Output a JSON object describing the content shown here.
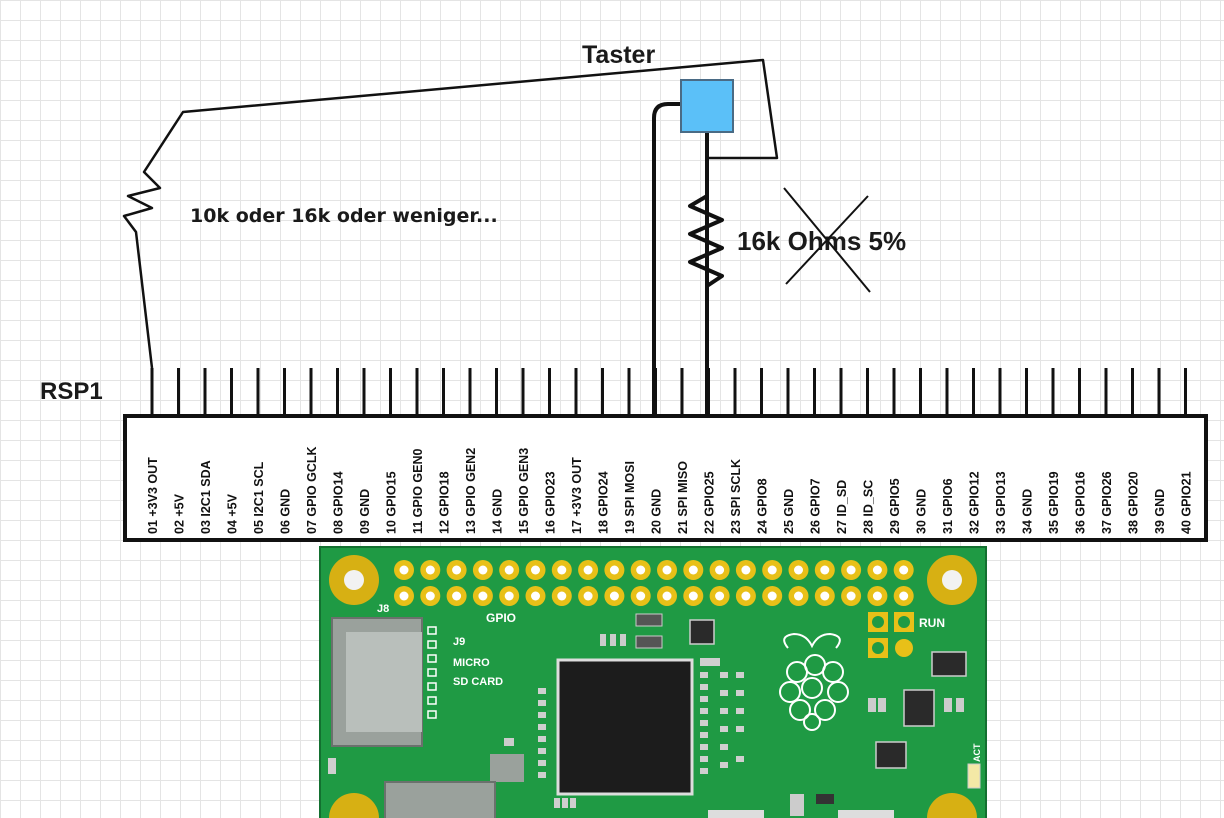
{
  "title_button": "Taster",
  "resistor_note": "10k oder 16k oder weniger...",
  "resistor_value": "16k Ohms 5%",
  "connector_name": "RSP1",
  "pins": [
    "01 +3V3 OUT",
    "02 +5V",
    "03 I2C1 SDA",
    "04 +5V",
    "05 I2C1 SCL",
    "06 GND",
    "07 GPIO GCLK",
    "08 GPIO14",
    "09 GND",
    "10 GPIO15",
    "11 GPIO GEN0",
    "12 GPIO18",
    "13 GPIO GEN2",
    "14 GND",
    "15 GPIO GEN3",
    "16 GPIO23",
    "17 +3V3 OUT",
    "18 GPIO24",
    "19 SPI MOSI",
    "20 GND",
    "21 SPI MISO",
    "22 GPIO25",
    "23 SPI SCLK",
    "24 GPIO8",
    "25 GND",
    "26 GPIO7",
    "27 ID_SD",
    "28 ID_SC",
    "29 GPIO5",
    "30 GND",
    "31 GPIO6",
    "32 GPIO12",
    "33 GPIO13",
    "34 GND",
    "35 GPIO19",
    "36 GPIO16",
    "37 GPIO26",
    "38 GPIO20",
    "39 GND",
    "40 GPIO21"
  ],
  "board": {
    "label_j8": "J8",
    "label_gpio": "GPIO",
    "label_j9": "J9",
    "label_micro": "MICRO",
    "label_sdcard": "SD CARD",
    "label_run": "RUN",
    "label_act": "ACT",
    "pcb_color": "#1f9a44",
    "pad_color": "#e8c018"
  },
  "colors": {
    "button": "#5bc0f8",
    "wire": "#111111"
  }
}
